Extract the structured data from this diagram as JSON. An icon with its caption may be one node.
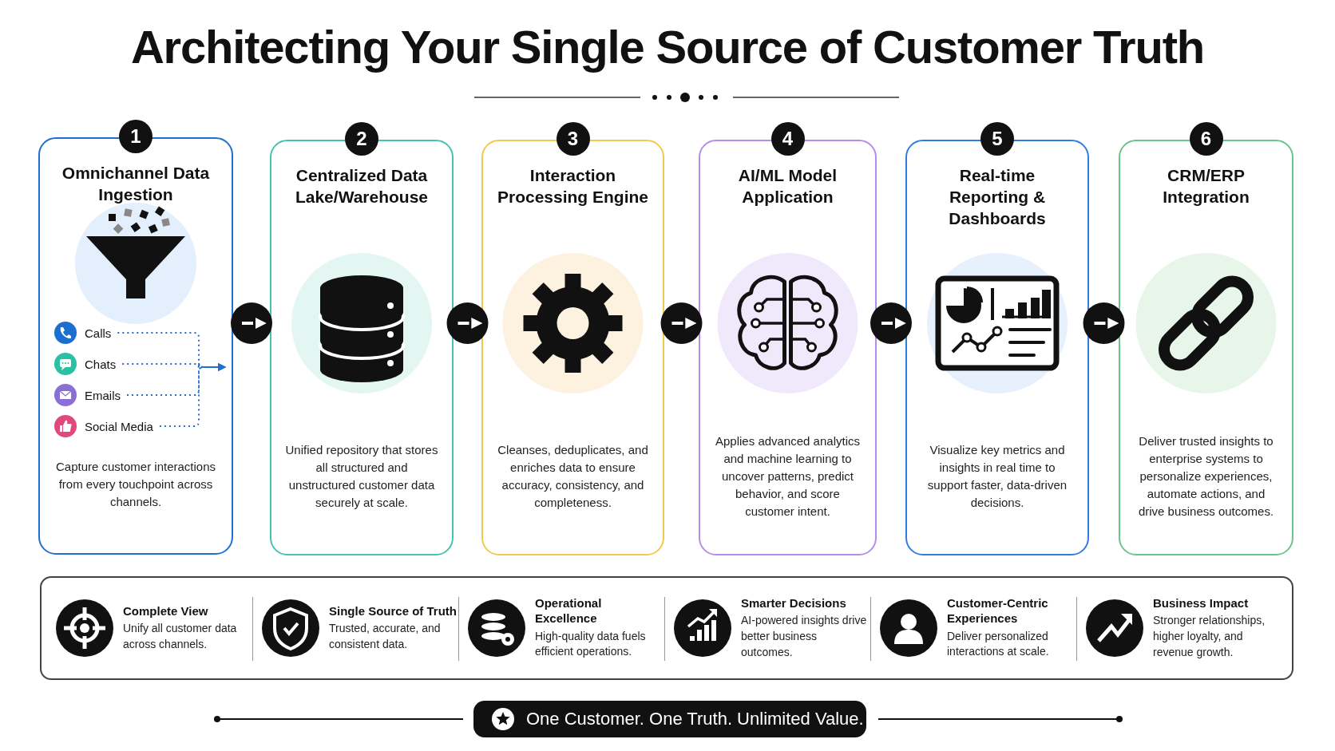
{
  "diagram": {
    "title": "Architecting Your Single Source of Customer Truth",
    "nodes": [
      {
        "text": [
          "1",
          "Omnichannel Data Ingestion",
          "Capture customer interactions from every touchpoint across channels."
        ]
      },
      {
        "text": [
          "2",
          "Centralized Data Lake/Warehouse",
          "Unified repository that stores all structured and unstructured customer data securely at scale."
        ]
      },
      {
        "text": [
          "3",
          "Interaction Processing Engine",
          "Cleanses, deduplicates, and enriches data to ensure accuracy, consistency, and completeness."
        ]
      },
      {
        "text": [
          "4",
          "AI/ML Model Application",
          "Applies advanced analytics and machine learning to uncover patterns, predict behavior, and score customer intent."
        ]
      },
      {
        "text": [
          "5",
          "Real-time Reporting & Dashboards",
          "Visualize key metrics and insights in real time to support faster, data-driven decisions."
        ]
      },
      {
        "text": [
          "6",
          "CRM/ERP Integration",
          "Deliver trusted insights to enterprise systems to personalize experiences, automate actions, and drive business outcomes."
        ]
      },
      {
        "text": [
          "Calls"
        ],
        "in": 0
      },
      {
        "text": [
          "Chats"
        ],
        "in": 0
      },
      {
        "text": [
          "Emails"
        ],
        "in": 0
      },
      {
        "text": [
          "Social Media"
        ],
        "in": 0
      },
      {
        "text": [
          "One Customer. One Truth. Unlimited Value."
        ]
      }
    ],
    "edges": [
      {
        "from": 0,
        "to": 1,
        "arrow": "to"
      },
      {
        "from": 1,
        "to": 2,
        "arrow": "to"
      },
      {
        "from": 2,
        "to": 3,
        "arrow": "to"
      },
      {
        "from": 3,
        "to": 4,
        "arrow": "to"
      },
      {
        "from": 4,
        "to": 5,
        "arrow": "to"
      },
      {
        "from": 6,
        "to": null,
        "arrow": "to",
        "style": "dashed",
        "color": "#1f6fd1"
      },
      {
        "from": 7,
        "to": null,
        "arrow": "to",
        "style": "dashed",
        "color": "#1f6fd1"
      },
      {
        "from": 8,
        "to": null,
        "arrow": "to",
        "style": "dashed",
        "color": "#1f6fd1"
      },
      {
        "from": 9,
        "to": null,
        "arrow": "to",
        "style": "dashed",
        "color": "#1f6fd1"
      }
    ],
    "labels": [
      "Complete View",
      "Unify all customer data across channels.",
      "Single Source of Truth",
      "Trusted, accurate, and consistent data.",
      "Operational Excellence",
      "High-quality data fuels efficient operations.",
      "Smarter Decisions",
      "AI-powered insights drive better business outcomes.",
      "Customer-Centric Experiences",
      "Deliver personalized interactions at scale.",
      "Business Impact",
      "Stronger relationships, higher loyalty, and revenue growth."
    ]
  }
}
